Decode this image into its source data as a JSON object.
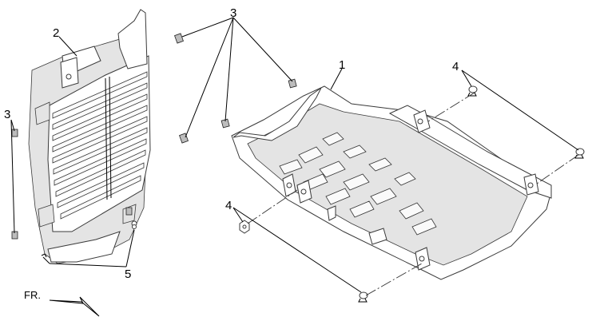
{
  "callouts": {
    "c1": "1",
    "c2": "2",
    "c3a": "3",
    "c3b": "3",
    "c4a": "4",
    "c4b": "4",
    "c5": "5"
  },
  "direction_label": "FR.",
  "colors": {
    "line": "#3a3a3a",
    "shade": "#e4e4e4",
    "background": "#ffffff"
  }
}
